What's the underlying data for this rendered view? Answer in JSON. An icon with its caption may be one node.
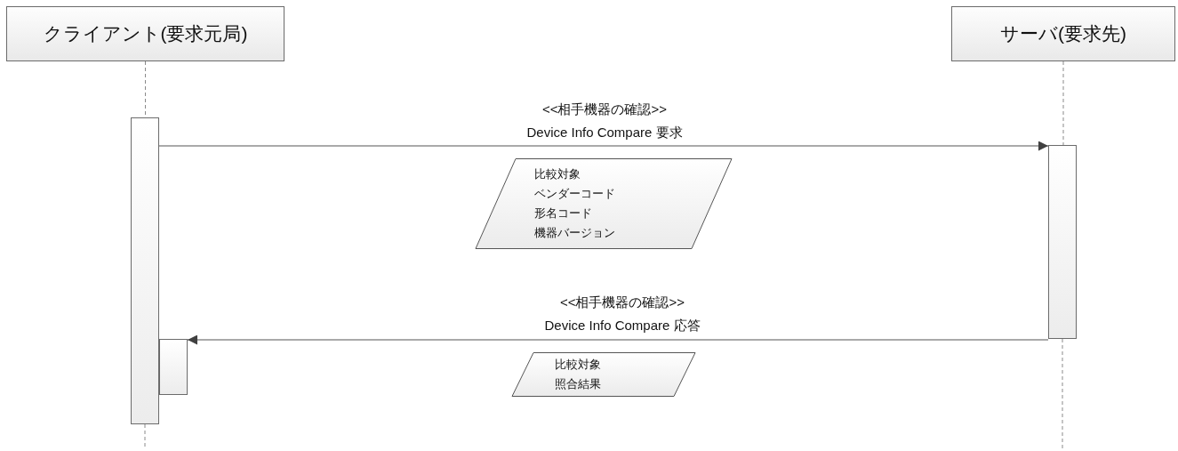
{
  "diagram": {
    "nodes": [
      {
        "text": [
          "クライアント(要求元局)"
        ]
      },
      {
        "text": [
          "サーバ(要求先)"
        ]
      },
      {
        "text": [],
        "shape": "bar"
      },
      {
        "text": [],
        "shape": "bar"
      },
      {
        "text": [],
        "shape": "bar"
      },
      {
        "text": [
          "比較対象",
          "ベンダーコード",
          "形名コード",
          "機器バージョン"
        ]
      },
      {
        "text": [
          "比較対象",
          "照合結果"
        ]
      }
    ],
    "edges": [
      {
        "from": 0,
        "to": 2,
        "arrow": "none",
        "style": "dashed"
      },
      {
        "from": 2,
        "to": null,
        "arrow": "none",
        "style": "dashed"
      },
      {
        "from": 1,
        "to": 3,
        "arrow": "none",
        "style": "dashed"
      },
      {
        "from": 3,
        "to": null,
        "arrow": "none",
        "style": "dashed"
      },
      {
        "from": 2,
        "to": 3,
        "arrow": "to",
        "label": "<<相手機器の確認>> Device Info Compare 要求"
      },
      {
        "from": 3,
        "to": 4,
        "arrow": "to",
        "label": "<<相手機器の確認>> Device Info Compare 応答"
      }
    ]
  }
}
